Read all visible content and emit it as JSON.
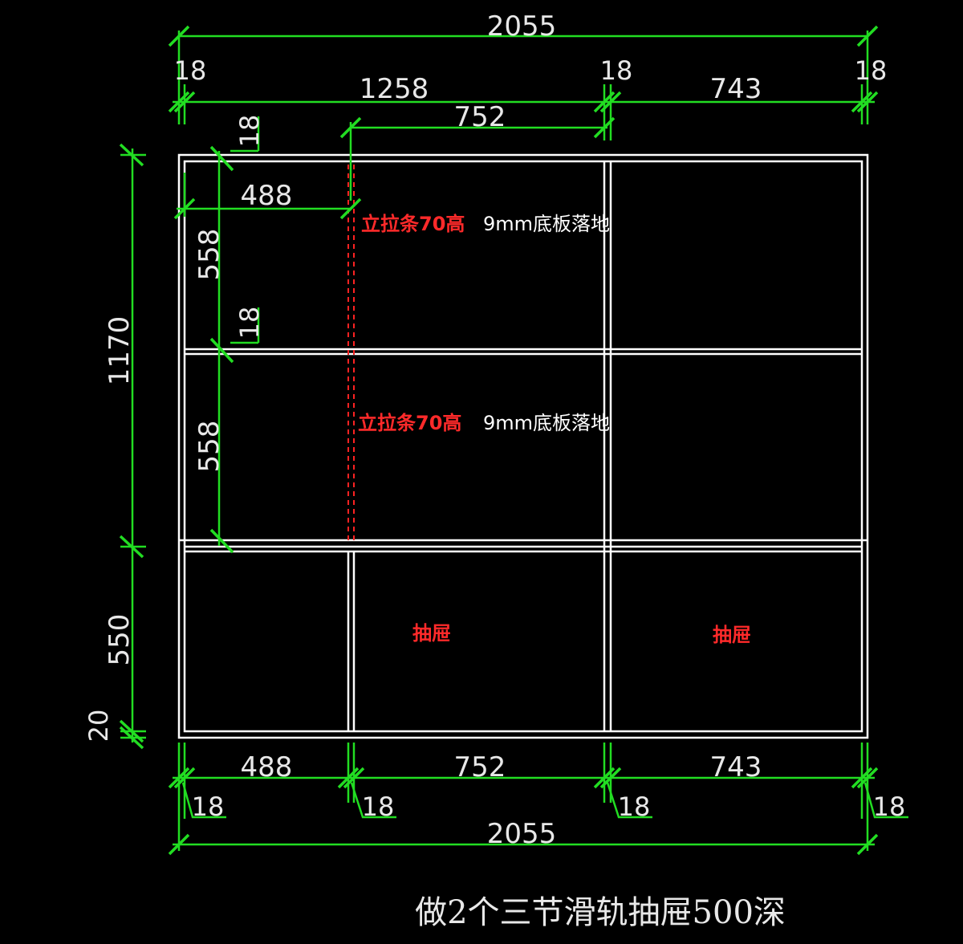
{
  "dimensions": {
    "overall_width_top": "2055",
    "overall_width_bottom": "2055",
    "top_left_thickness": "18",
    "top_mid_thickness": "18",
    "top_right_thickness": "18",
    "left_section_width": "1258",
    "right_section_width": "743",
    "middle_column_width": "752",
    "left_column_width": "488",
    "height_overall_upper": "1170",
    "height_lower": "550",
    "height_plinth": "20",
    "shelf_height_upper": "558",
    "shelf_height_middle": "558",
    "shelf_thickness_top": "18",
    "shelf_thickness_mid": "18",
    "bottom_col1_width": "488",
    "bottom_col2_width": "752",
    "bottom_col3_width": "743",
    "bottom_thickness_1": "18",
    "bottom_thickness_2": "18",
    "bottom_thickness_3": "18",
    "bottom_thickness_4": "18"
  },
  "notes": {
    "upright_strip_upper": "立拉条70高",
    "floor_board_upper": "9mm底板落地",
    "upright_strip_middle": "立拉条70高",
    "floor_board_middle": "9mm底板落地",
    "drawer_left": "抽屉",
    "drawer_right": "抽屉"
  },
  "footer": {
    "instruction": "做2个三节滑轨抽屉500深"
  },
  "colors": {
    "background": "#000000",
    "dimension_lines": "#22dd22",
    "cabinet_lines": "#ffffff",
    "notes_red": "#ff2a2a"
  }
}
